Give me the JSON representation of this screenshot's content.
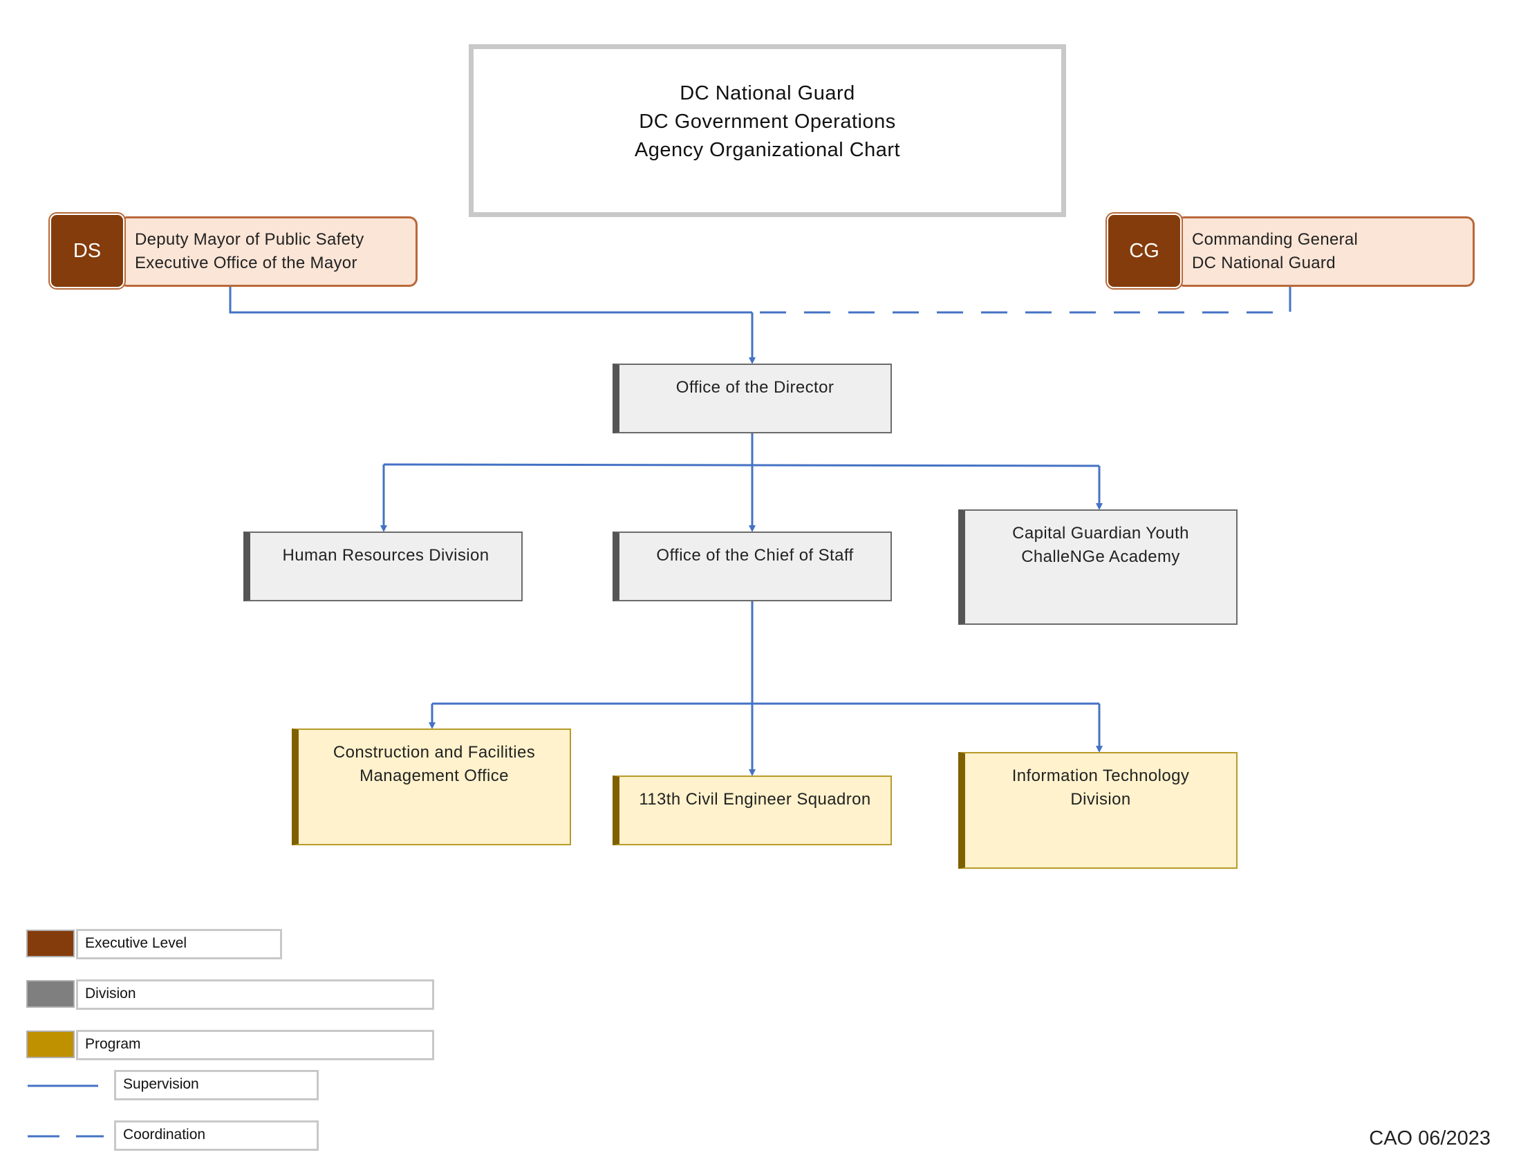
{
  "title": {
    "line1": "DC National Guard",
    "line2": "DC Government Operations",
    "line3": "Agency Organizational Chart"
  },
  "executives": {
    "ds": {
      "badge": "DS",
      "line1": "Deputy Mayor of Public Safety",
      "line2": "Executive Office of the Mayor"
    },
    "cg": {
      "badge": "CG",
      "line1": "Commanding General",
      "line2": "DC National Guard"
    }
  },
  "divisions": {
    "director": "Office of the Director",
    "hr": "Human Resources Division",
    "chief_of_staff": "Office of the Chief of Staff",
    "youth_academy": {
      "line1": "Capital Guardian Youth",
      "line2": "ChalleNGe Academy"
    }
  },
  "programs": {
    "construction": {
      "line1": "Construction and Facilities",
      "line2": "Management Office"
    },
    "civil_engineer": "113th Civil Engineer Squadron",
    "it": {
      "line1": "Information Technology",
      "line2": "Division"
    }
  },
  "legend": {
    "executive": "Executive Level",
    "division": "Division",
    "program": "Program",
    "supervision": "Supervision",
    "coordination": "Coordination"
  },
  "colors": {
    "executive": "#843c0c",
    "division": "#7f7f7f",
    "program": "#bf9000",
    "line": "#4472c4"
  },
  "footer": "CAO 06/2023"
}
